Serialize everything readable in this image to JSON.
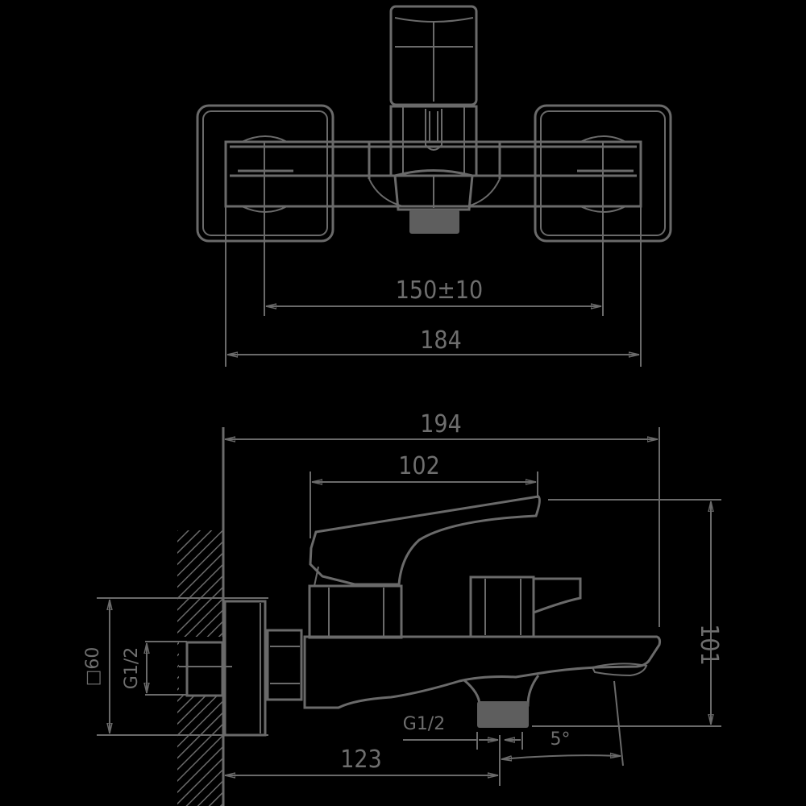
{
  "drawing": {
    "top_view": {
      "dimensions": {
        "inlet_spacing": "150±10",
        "overall_width": "184"
      }
    },
    "side_view": {
      "dimensions": {
        "overall_length": "194",
        "handle_length": "102",
        "height": "101",
        "wall_to_outlet": "123",
        "flange_size": "□60",
        "inlet_thread": "G1/2",
        "outlet_thread": "G1/2",
        "spout_angle": "5°"
      }
    }
  }
}
